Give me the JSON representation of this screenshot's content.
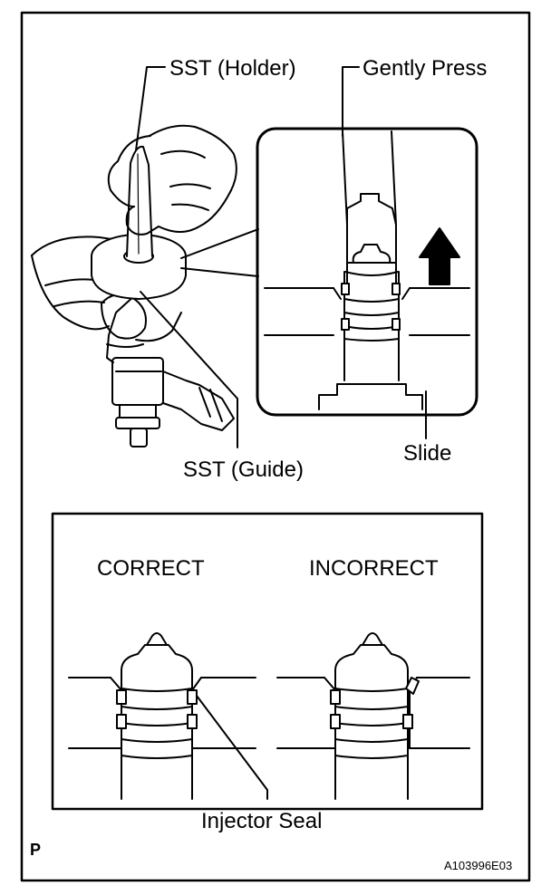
{
  "labels": {
    "sst_holder": "SST (Holder)",
    "gently_press": "Gently Press",
    "sst_guide": "SST (Guide)",
    "slide": "Slide",
    "correct": "CORRECT",
    "incorrect": "INCORRECT",
    "injector_seal": "Injector Seal",
    "corner_mark": "P",
    "figure_code": "A103996E03"
  }
}
